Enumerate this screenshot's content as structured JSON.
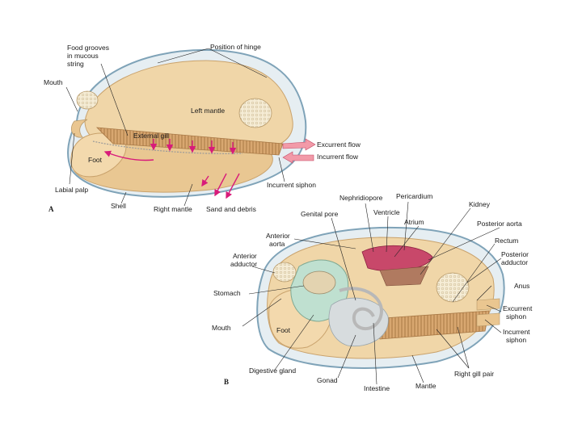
{
  "diagram_a": {
    "panel_letter": "A",
    "labels": {
      "food_grooves": [
        "Food grooves",
        "in mucous",
        "string"
      ],
      "position_of_hinge": "Position of hinge",
      "mouth": "Mouth",
      "left_mantle": "Left mantle",
      "external_gill": "External gill",
      "foot": "Foot",
      "excurrent_flow": "Excurrent flow",
      "incurrent_flow": "Incurrent flow",
      "labial_palp": "Labial palp",
      "shell": "Shell",
      "right_mantle": "Right mantle",
      "sand_and_debris": "Sand and debris",
      "incurrent_siphon": "Incurrent siphon"
    }
  },
  "diagram_b": {
    "panel_letter": "B",
    "labels": {
      "nephridiopore": "Nephridiopore",
      "pericardium": "Pericardium",
      "kidney": "Kidney",
      "genital_pore": "Genital pore",
      "ventricle": "Ventricle",
      "atrium": "Atrium",
      "posterior_aorta": "Posterior aorta",
      "anterior_aorta": [
        "Anterior",
        "aorta"
      ],
      "rectum": "Rectum",
      "anterior_adductor": [
        "Anterior",
        "adductor"
      ],
      "posterior_adductor": [
        "Posterior",
        "adductor"
      ],
      "stomach": "Stomach",
      "anus": "Anus",
      "excurrent_siphon": [
        "Excurrent",
        "siphon"
      ],
      "mouth": "Mouth",
      "foot": "Foot",
      "incurrent_siphon": [
        "Incurrent",
        "siphon"
      ],
      "digestive_gland": "Digestive gland",
      "right_gill_pair": "Right gill pair",
      "gonad": "Gonad",
      "intestine": "Intestine",
      "mantle": "Mantle"
    }
  },
  "colors": {
    "shell_outline": "#7fa3b8",
    "shell_fill": "#e6eef2",
    "mantle": "#f0d6a8",
    "mantle_dark": "#d9b680",
    "gill": "#d8a770",
    "gill_stripe": "#a87845",
    "flow_arrow": "#d81b7a",
    "stomach": "#bfe0d0",
    "heart": "#c8486a",
    "adductor": "#f5ecd5"
  }
}
